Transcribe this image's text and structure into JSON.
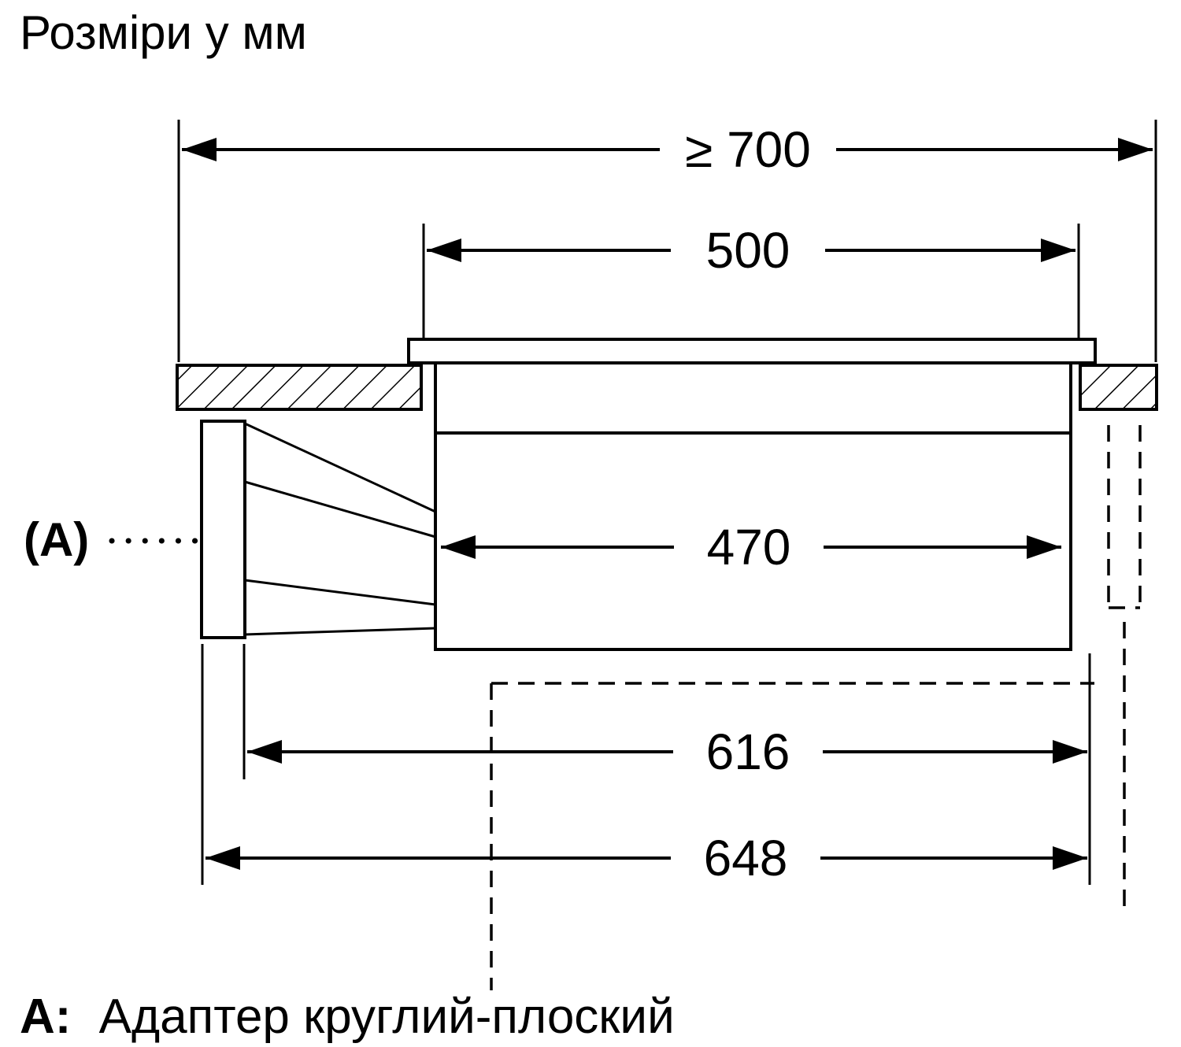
{
  "title": "Розміри у мм",
  "label_a": "(A)",
  "legend": {
    "key": "A:",
    "text": "Адаптер круглий-плоский"
  },
  "dimensions": {
    "overall_width": "≥ 700",
    "cutout_width": "500",
    "body_width": "470",
    "depth_616": "616",
    "depth_648": "648"
  },
  "colors": {
    "line": "#000000",
    "background": "#ffffff"
  }
}
